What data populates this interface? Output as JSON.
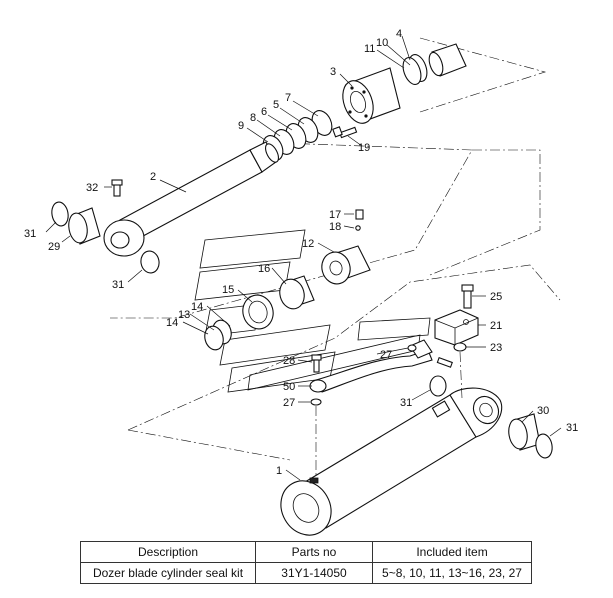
{
  "callouts": {
    "c1": "1",
    "c2": "2",
    "c3": "3",
    "c4": "4",
    "c5": "5",
    "c6": "6",
    "c7": "7",
    "c8": "8",
    "c9": "9",
    "c10": "10",
    "c11": "11",
    "c12": "12",
    "c13": "13",
    "c14a": "14",
    "c14b": "14",
    "c15": "15",
    "c16": "16",
    "c17": "17",
    "c18": "18",
    "c19": "19",
    "c21": "21",
    "c23": "23",
    "c25": "25",
    "c27a": "27",
    "c27b": "27",
    "c28": "28",
    "c29": "29",
    "c30": "30",
    "c31a": "31",
    "c31b": "31",
    "c31c": "31",
    "c31d": "31",
    "c32": "32",
    "c50": "50"
  },
  "table": {
    "headers": [
      "Description",
      "Parts no",
      "Included item"
    ],
    "rows": [
      [
        "Dozer blade cylinder seal kit",
        "31Y1-14050",
        "5~8, 10, 11, 13~16, 23, 27"
      ]
    ]
  }
}
